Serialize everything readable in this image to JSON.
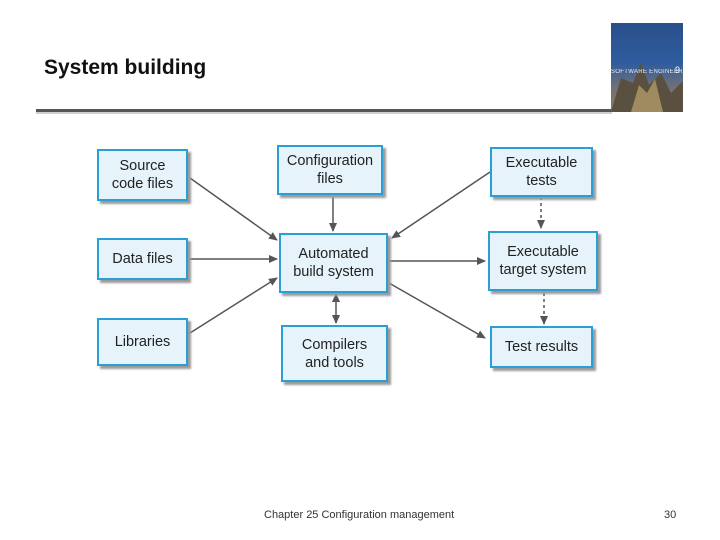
{
  "slide": {
    "title": "System building",
    "footer": "Chapter 25 Configuration management",
    "page_number": "30"
  },
  "cover": {
    "subtitle": "SOFTWARE ENGINEERING",
    "edition": "9"
  },
  "diagram": {
    "nodes": {
      "source_code_files": "Source\ncode files",
      "data_files": "Data files",
      "libraries": "Libraries",
      "configuration_files": "Configuration\nfiles",
      "automated_build_system": "Automated\nbuild system",
      "compilers_and_tools": "Compilers\nand tools",
      "executable_tests": "Executable\ntests",
      "executable_target_system": "Executable\ntarget system",
      "test_results": "Test results"
    },
    "colors": {
      "box_border": "#2a9fd6",
      "box_fill": "#e6f3fb",
      "arrow": "#555555"
    }
  }
}
